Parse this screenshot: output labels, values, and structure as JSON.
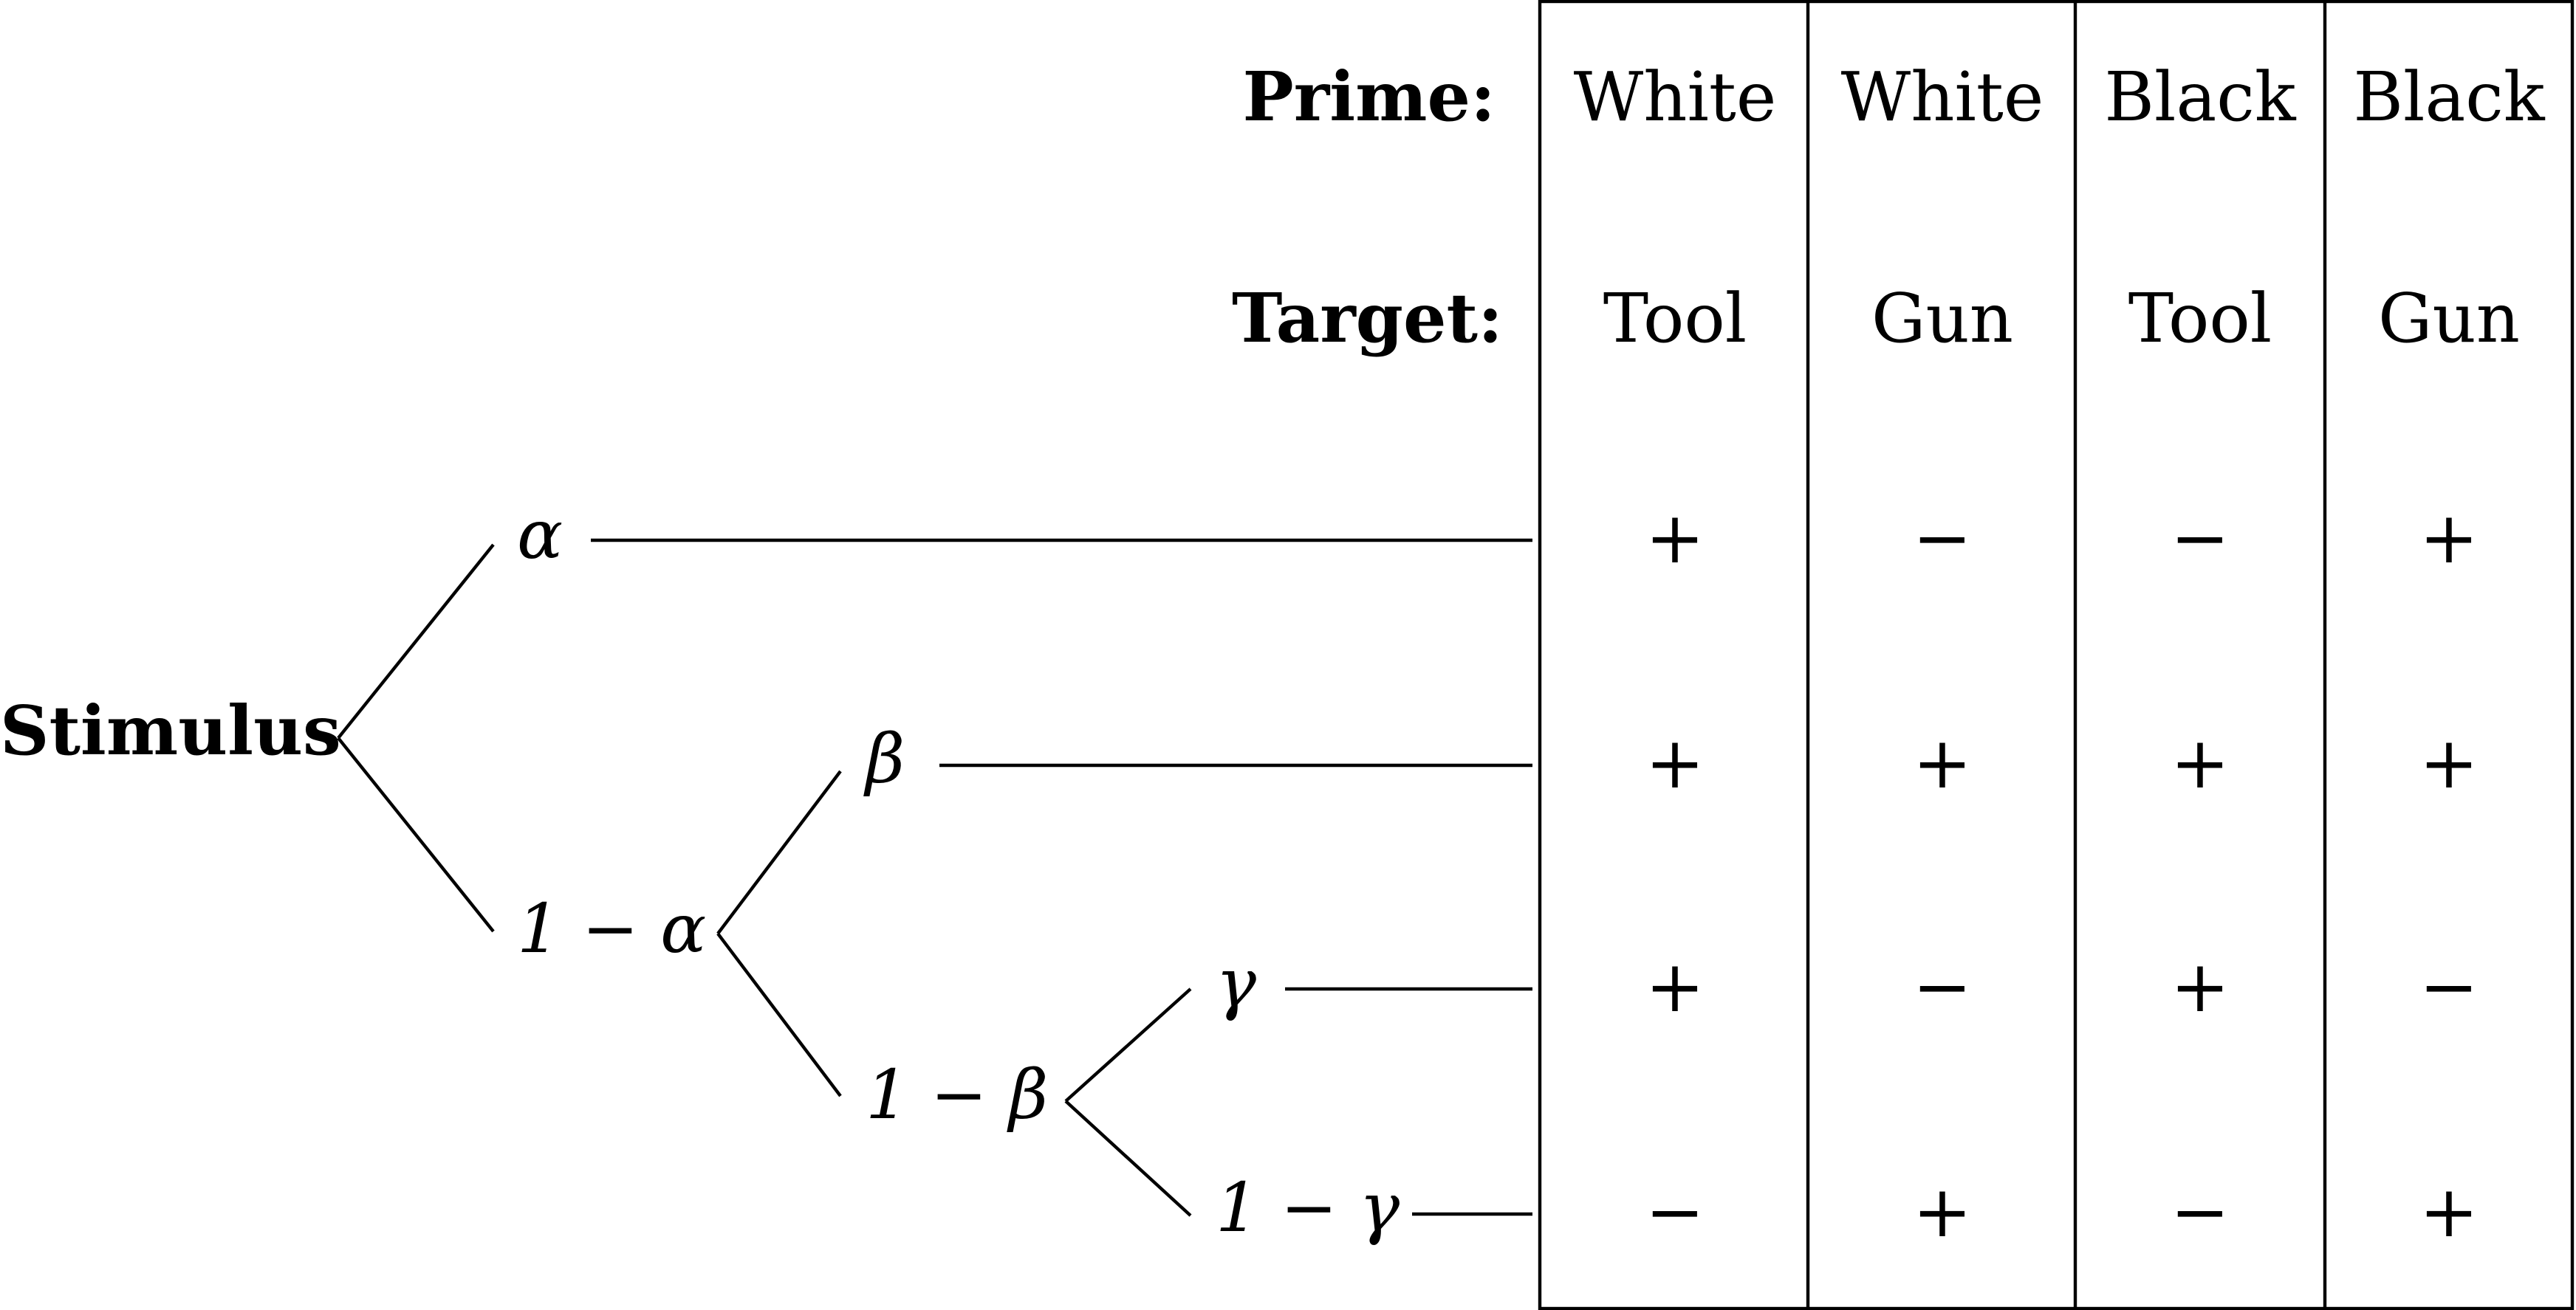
{
  "row_labels": {
    "prime": "Prime:",
    "target": "Target:"
  },
  "conditions": [
    {
      "prime": "White",
      "target": "Tool"
    },
    {
      "prime": "White",
      "target": "Gun"
    },
    {
      "prime": "Black",
      "target": "Tool"
    },
    {
      "prime": "Black",
      "target": "Gun"
    }
  ],
  "tree": {
    "root": "Stimulus",
    "alpha": "α",
    "one_minus_alpha": "1 − α",
    "beta": "β",
    "one_minus_beta": "1 − β",
    "gamma": "γ",
    "one_minus_gamma": "1 − γ"
  },
  "outcomes": [
    [
      "+",
      "−",
      "−",
      "+"
    ],
    [
      "+",
      "+",
      "+",
      "+"
    ],
    [
      "+",
      "−",
      "+",
      "−"
    ],
    [
      "−",
      "+",
      "−",
      "+"
    ]
  ]
}
